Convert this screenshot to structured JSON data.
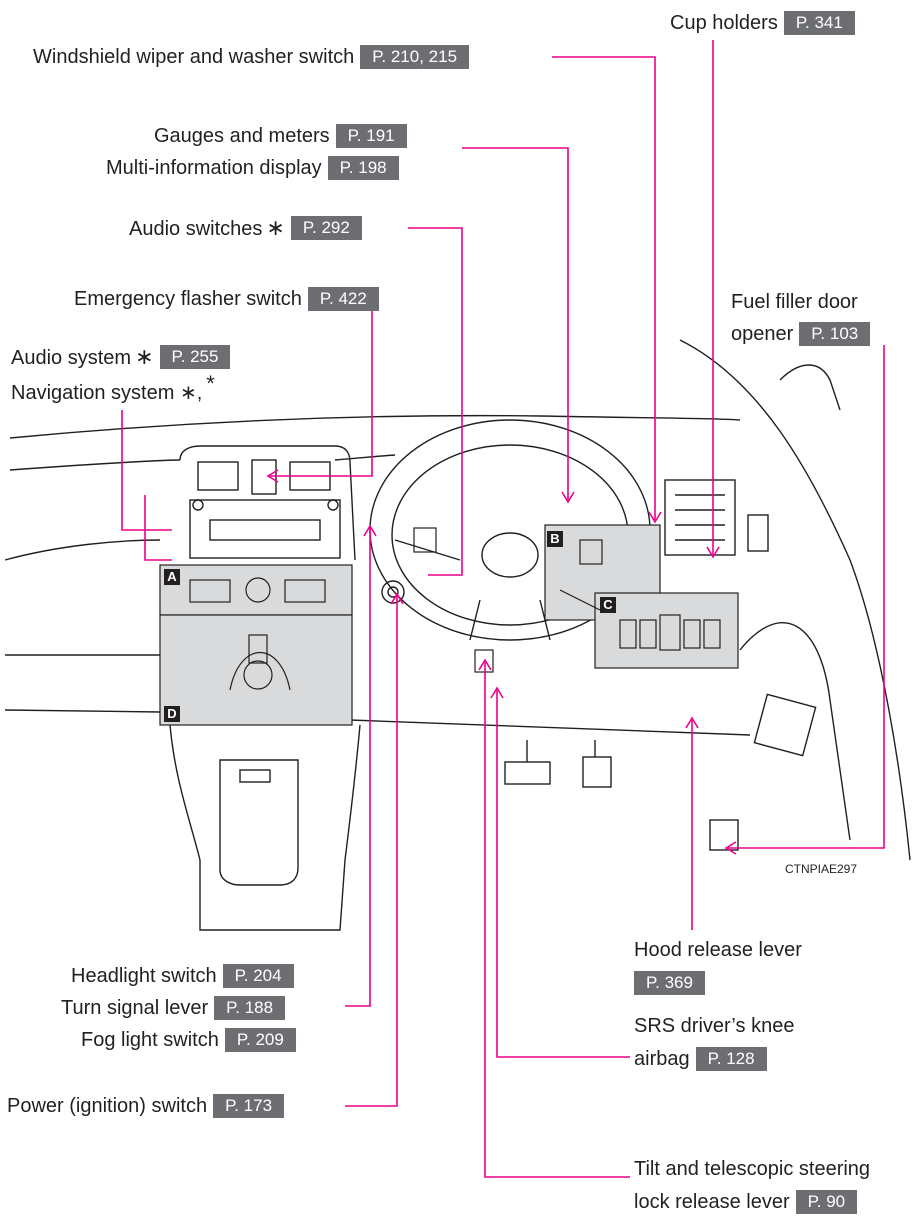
{
  "labels": {
    "wiper": {
      "text": "Windshield wiper and washer switch",
      "page": "P. 210, 215"
    },
    "cup": {
      "text": "Cup holders",
      "page": "P. 341"
    },
    "gauges": {
      "text": "Gauges and meters",
      "page": "P. 191"
    },
    "multi": {
      "text": "Multi-information display",
      "page": "P. 198"
    },
    "audio_sw": {
      "text": "Audio switches",
      "star": "∗",
      "page": "P. 292"
    },
    "emergency": {
      "text": "Emergency flasher switch",
      "page": "P. 422"
    },
    "fuel": {
      "text1": "Fuel filler door",
      "text2": "opener",
      "page": "P. 103"
    },
    "audio_sys": {
      "text": "Audio system",
      "star": "∗",
      "page": "P. 255"
    },
    "nav": {
      "text": "Navigation system ∗,",
      "star": "*"
    },
    "headlight": {
      "text": "Headlight switch",
      "page": "P. 204"
    },
    "turn": {
      "text": "Turn signal lever",
      "page": "P. 188"
    },
    "fog": {
      "text": "Fog light switch",
      "page": "P. 209"
    },
    "power": {
      "text": "Power (ignition) switch",
      "page": "P. 173"
    },
    "hood": {
      "text": "Hood release lever",
      "page": "P. 369"
    },
    "knee": {
      "text1": "SRS driver’s knee",
      "text2": "airbag",
      "page": "P. 128"
    },
    "tilt": {
      "text1": "Tilt and telescopic steering",
      "text2": "lock release lever",
      "page": "P. 90"
    }
  },
  "badges": {
    "a": "A",
    "b": "B",
    "c": "C",
    "d": "D"
  },
  "image_code": "CTNPIAE297",
  "colors": {
    "leader": "#ec008c",
    "page_box": "#6d6e71",
    "panel": "#d9dadb",
    "line": "#231f20"
  }
}
